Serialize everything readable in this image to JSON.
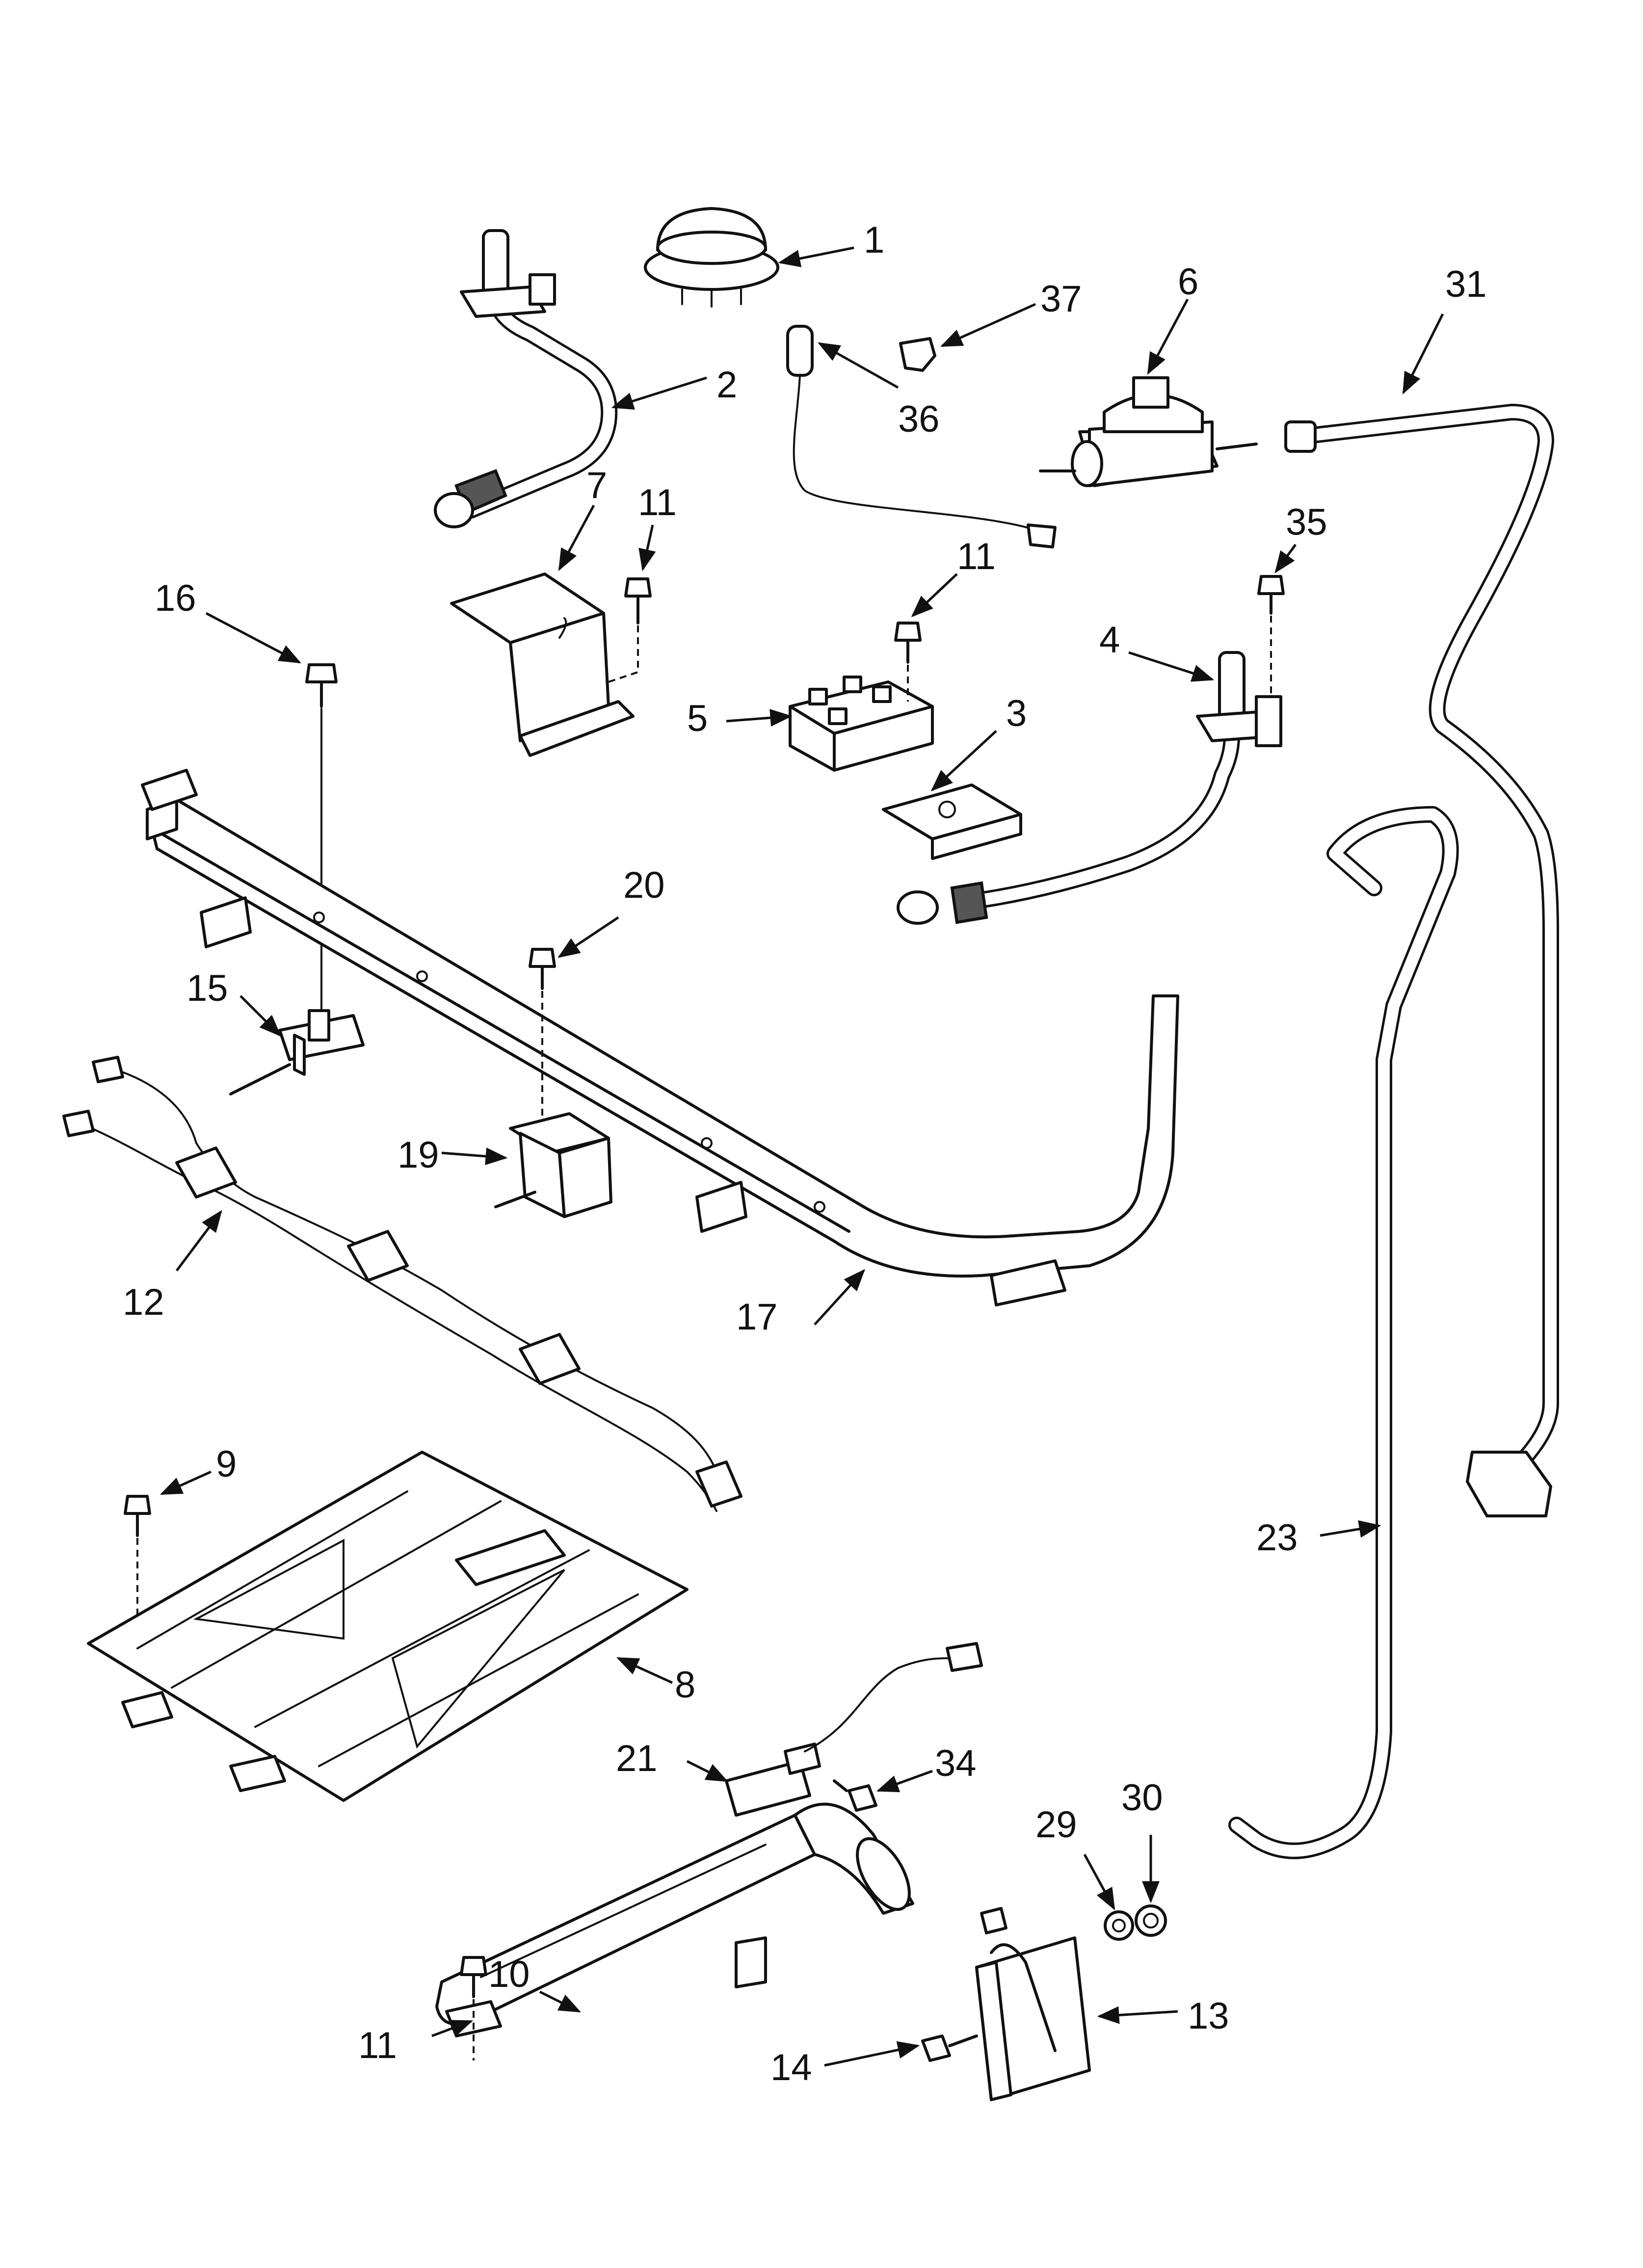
{
  "diagram": {
    "callouts": [
      {
        "id": "c1",
        "label": "1"
      },
      {
        "id": "c2",
        "label": "2"
      },
      {
        "id": "c3",
        "label": "3"
      },
      {
        "id": "c4",
        "label": "4"
      },
      {
        "id": "c5",
        "label": "5"
      },
      {
        "id": "c6",
        "label": "6"
      },
      {
        "id": "c7",
        "label": "7"
      },
      {
        "id": "c8",
        "label": "8"
      },
      {
        "id": "c9",
        "label": "9"
      },
      {
        "id": "c10",
        "label": "10"
      },
      {
        "id": "c11a",
        "label": "11"
      },
      {
        "id": "c11b",
        "label": "11"
      },
      {
        "id": "c11c",
        "label": "11"
      },
      {
        "id": "c12",
        "label": "12"
      },
      {
        "id": "c13",
        "label": "13"
      },
      {
        "id": "c14",
        "label": "14"
      },
      {
        "id": "c15",
        "label": "15"
      },
      {
        "id": "c16",
        "label": "16"
      },
      {
        "id": "c17",
        "label": "17"
      },
      {
        "id": "c19",
        "label": "19"
      },
      {
        "id": "c20",
        "label": "20"
      },
      {
        "id": "c21",
        "label": "21"
      },
      {
        "id": "c23",
        "label": "23"
      },
      {
        "id": "c29",
        "label": "29"
      },
      {
        "id": "c30",
        "label": "30"
      },
      {
        "id": "c31",
        "label": "31"
      },
      {
        "id": "c34",
        "label": "34"
      },
      {
        "id": "c35",
        "label": "35"
      },
      {
        "id": "c36",
        "label": "36"
      },
      {
        "id": "c37",
        "label": "37"
      }
    ]
  }
}
